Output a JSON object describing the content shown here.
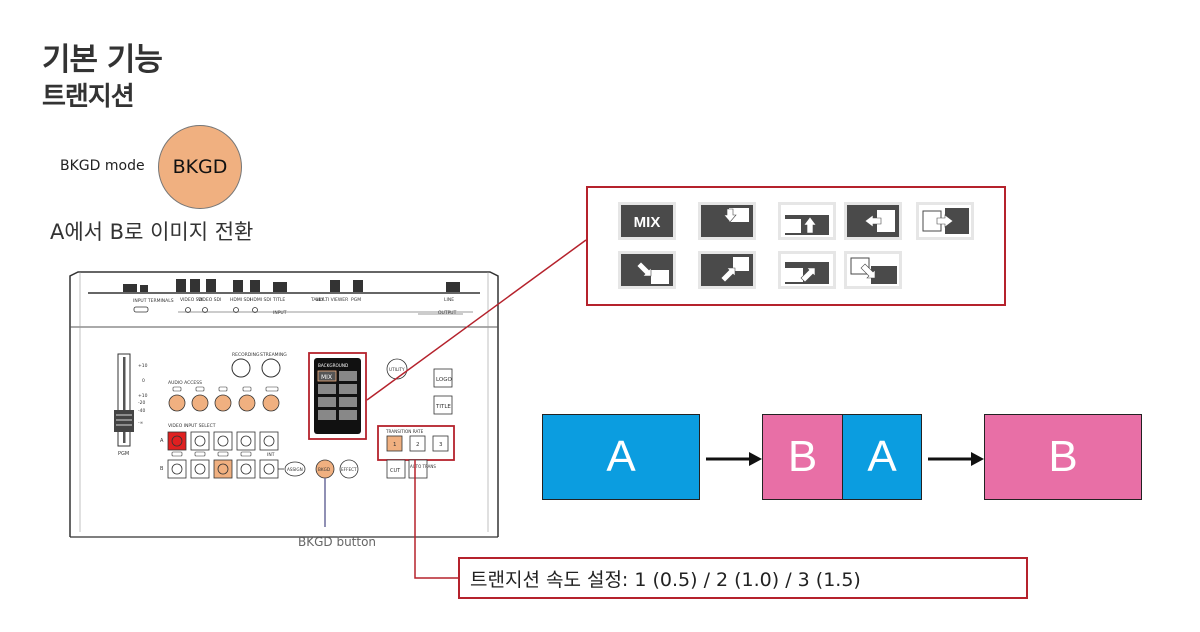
{
  "header": {
    "title": "기본 기능",
    "subtitle": "트랜지션"
  },
  "mode": {
    "label": "BKGD mode",
    "button_text": "BKGD",
    "description": "A에서 B로 이미지 전환"
  },
  "device": {
    "terminals": [
      "INPUT TERMINALS",
      "VIDEO SDI",
      "VIDEO SDI",
      "HDMI SDI",
      "HDMI SDI",
      "TITLE",
      "TALLY",
      "MULTI VIEWER",
      "PGM",
      "LINE"
    ],
    "section_input": "INPUT",
    "section_output": "OUTPUT",
    "recording": "RECORDING",
    "streaming": "STREAMING",
    "audio_access": "AUDIO ACCESS",
    "video_input_select": "VIDEO INPUT SELECT",
    "row_a": "A",
    "row_b": "B",
    "pgm": "PGM",
    "background": "BACKGROUND",
    "lcd_mix": "MIX",
    "utility": "UTILITY",
    "logo": "LOGO",
    "title_btn": "TITLE",
    "transition_rate": "TRANSITION RATE",
    "rate_buttons": [
      "1",
      "2",
      "3"
    ],
    "cut": "CUT",
    "auto_trans": "AUTO TRANS",
    "bkgd_small": "BKGD",
    "effect": "EFFECT",
    "assign": "ASSIGN",
    "int": "INT",
    "scale": [
      "+10",
      "0",
      "+10",
      "-20",
      "-40",
      "-∞"
    ]
  },
  "bkgd_button_caption": "BKGD button",
  "patterns": {
    "mix_label": "MIX",
    "items": [
      {
        "id": "mix",
        "row": 0,
        "col": 0
      },
      {
        "id": "wipe-a-b-down",
        "row": 0,
        "col": 1
      },
      {
        "id": "wipe-b-a-up",
        "row": 0,
        "col": 2
      },
      {
        "id": "wipe-a-left-b",
        "row": 0,
        "col": 3
      },
      {
        "id": "wipe-b-right-a",
        "row": 0,
        "col": 4
      },
      {
        "id": "wipe-a-diag-b",
        "row": 1,
        "col": 0
      },
      {
        "id": "wipe-a-diag-up-b",
        "row": 1,
        "col": 1
      },
      {
        "id": "wipe-b-diag-up-a",
        "row": 1,
        "col": 2
      },
      {
        "id": "wipe-b-diag-down-a",
        "row": 1,
        "col": 3
      }
    ]
  },
  "flow": {
    "box1": "A",
    "box2_left": "B",
    "box2_right": "A",
    "box3": "B"
  },
  "rate_note": "트랜지션 속도 설정: 1 (0.5) / 2 (1.0) / 3 (1.5)",
  "colors": {
    "accent_red": "#b5222c",
    "orange": "#f0b080",
    "blue": "#0b9de0",
    "pink": "#e86fa6"
  }
}
